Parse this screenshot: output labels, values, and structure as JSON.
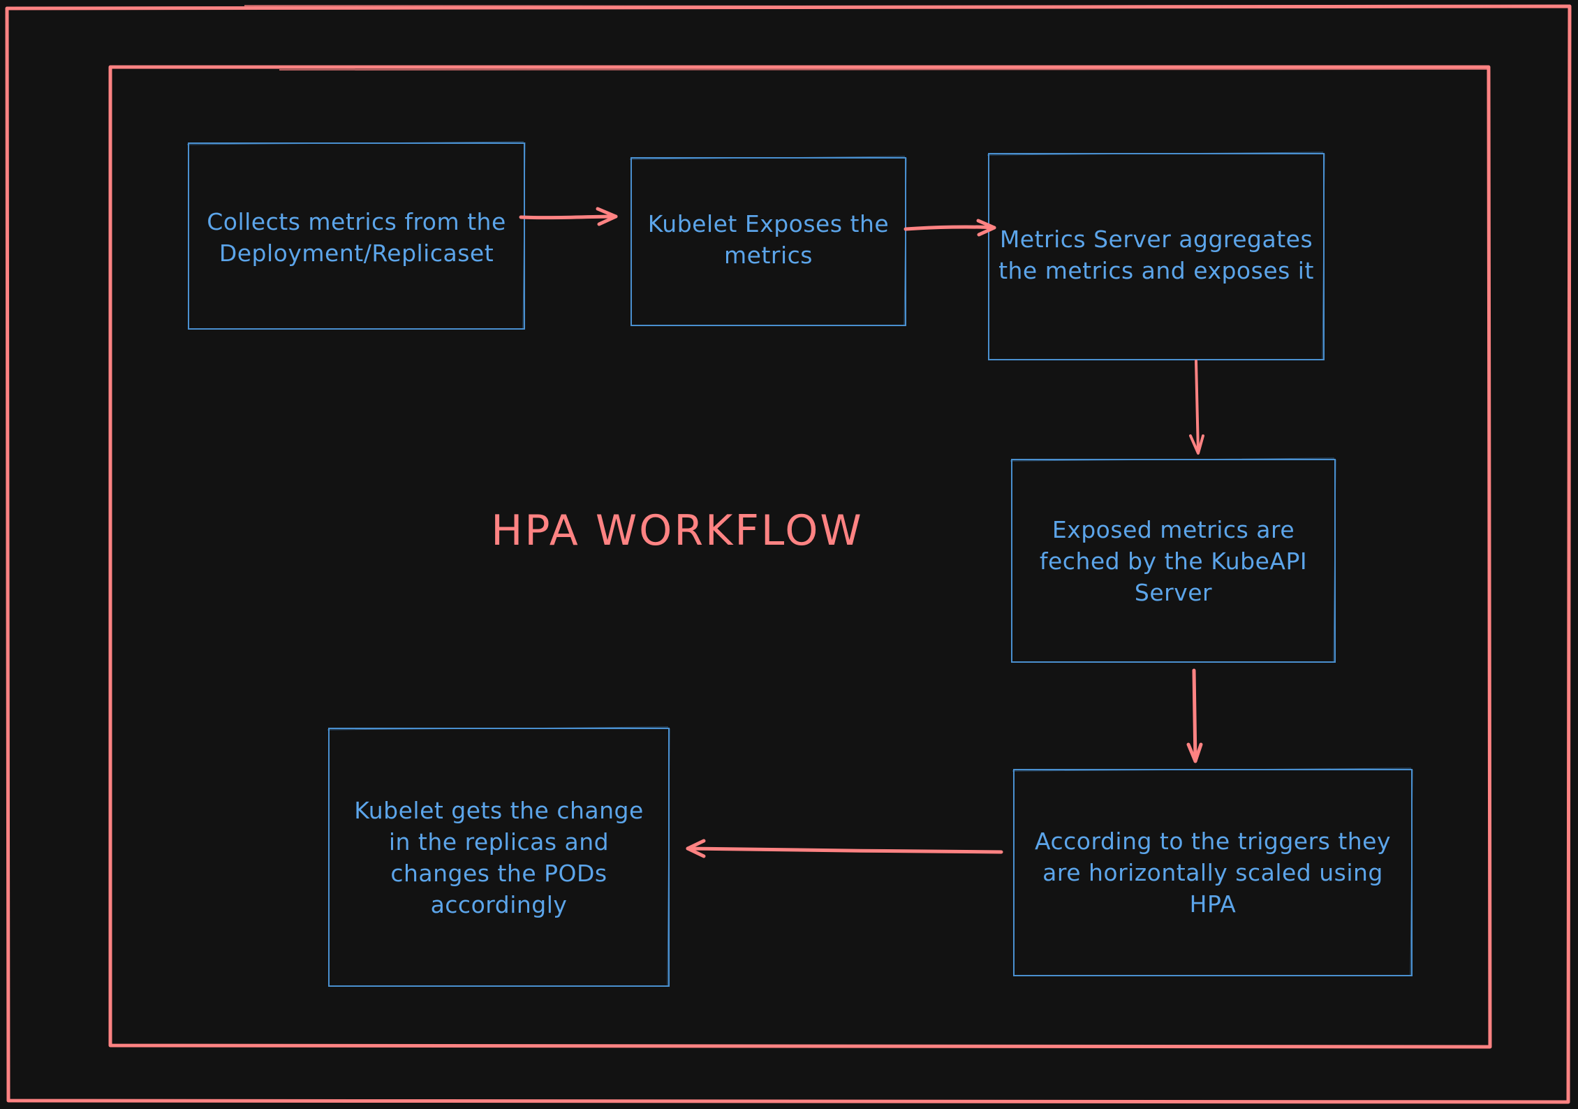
{
  "diagram": {
    "title": "HPA WORKFLOW",
    "colors": {
      "background": "#121212",
      "frame": "#ff8383",
      "arrow": "#ff8383",
      "box_stroke": "#4a90d0",
      "node_text": "#5ca5ea",
      "title_text": "#ff8383"
    },
    "nodes": [
      {
        "id": "collect",
        "text": "Collects metrics from the Deployment/Replicaset"
      },
      {
        "id": "kubelet-expose",
        "text": "Kubelet Exposes the metrics"
      },
      {
        "id": "metrics-server",
        "text": "Metrics Server aggregates the metrics and exposes it"
      },
      {
        "id": "kubeapi-fetch",
        "text": "Exposed metrics are feched by the KubeAPI Server"
      },
      {
        "id": "hpa-scale",
        "text": "According to the triggers they are horizontally scaled using HPA"
      },
      {
        "id": "kubelet-pods",
        "text": "Kubelet gets the change in the replicas and changes the PODs accordingly"
      }
    ],
    "edges": [
      {
        "from": "collect",
        "to": "kubelet-expose"
      },
      {
        "from": "kubelet-expose",
        "to": "metrics-server"
      },
      {
        "from": "metrics-server",
        "to": "kubeapi-fetch"
      },
      {
        "from": "kubeapi-fetch",
        "to": "hpa-scale"
      },
      {
        "from": "hpa-scale",
        "to": "kubelet-pods"
      }
    ]
  }
}
